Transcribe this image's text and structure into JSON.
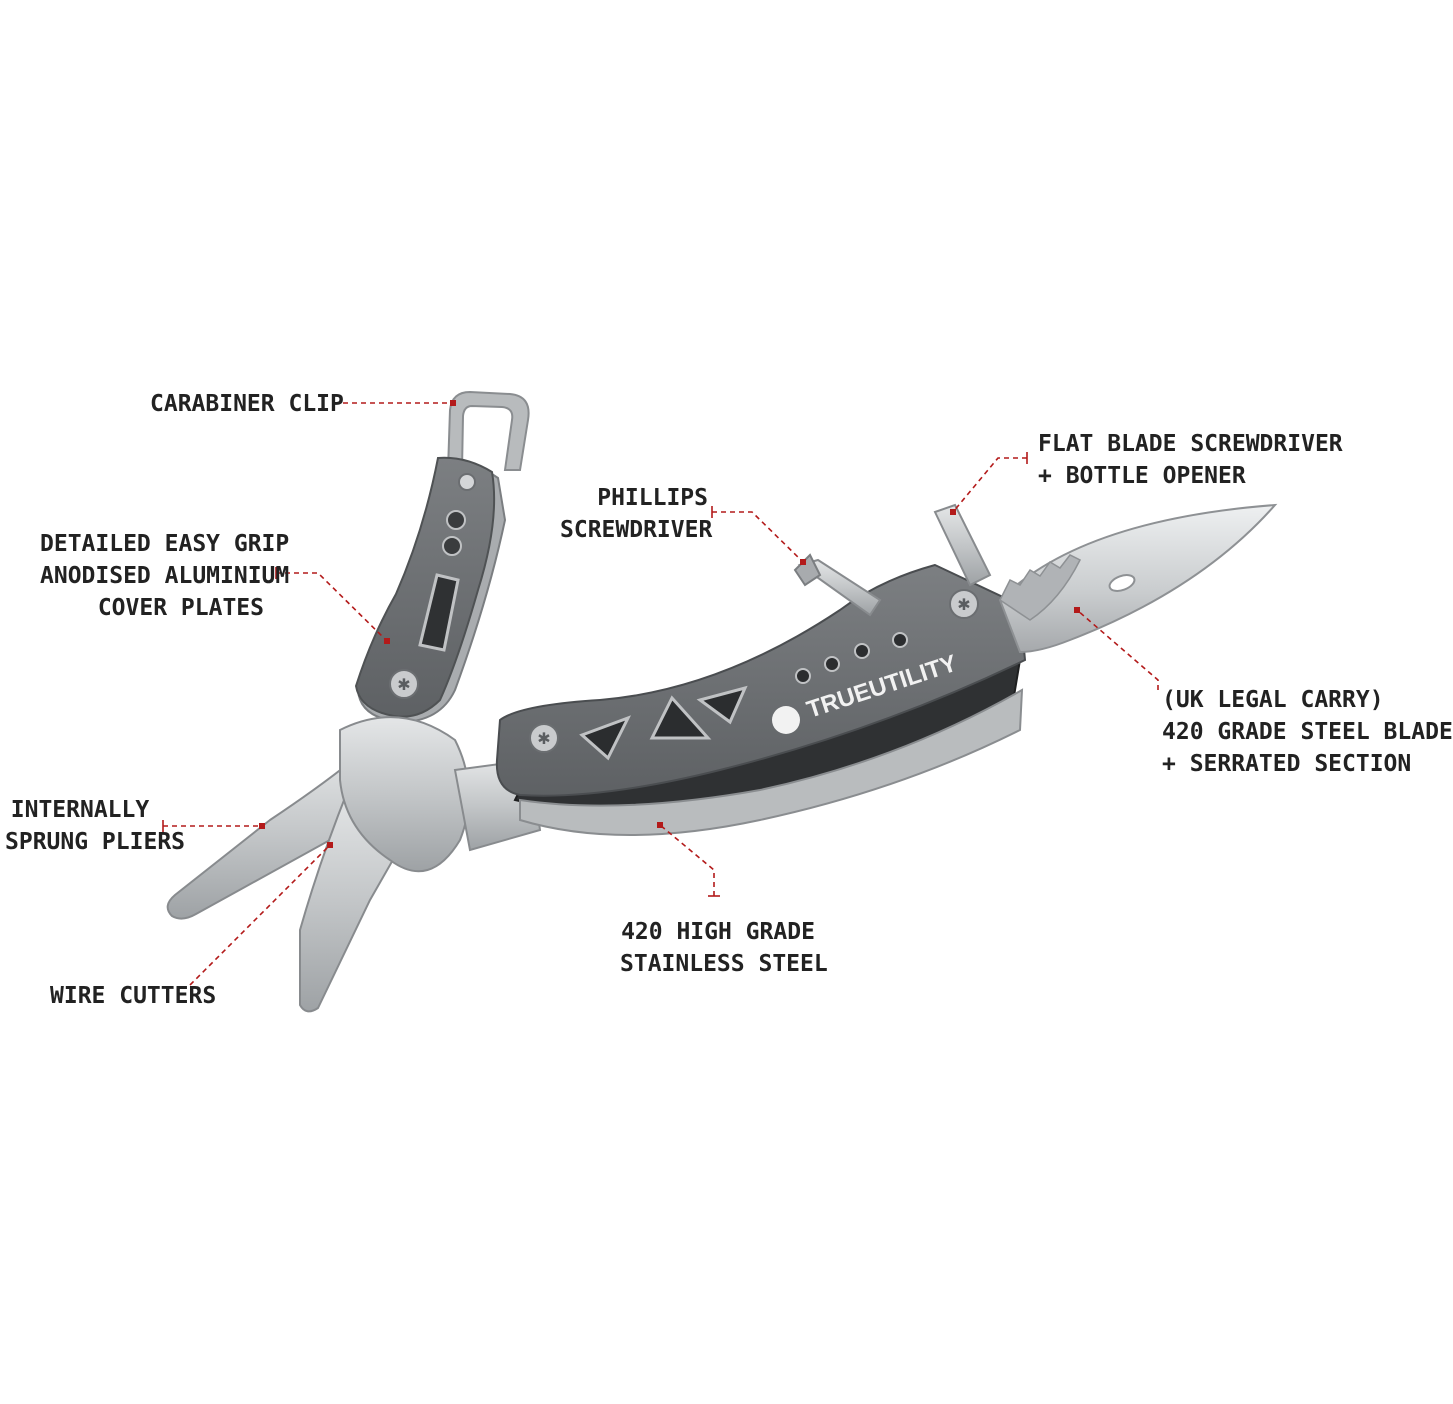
{
  "colors": {
    "leader": "#b31a1a",
    "text": "#222222",
    "steel": "#c9cbcc",
    "anodised_grey": "#6d7073",
    "dark_grey": "#3a3c3e"
  },
  "brand": {
    "logo_text": "TRUEUTILITY"
  },
  "labels": {
    "carabiner": "CARABINER CLIP",
    "grip": [
      "DETAILED EASY GRIP",
      "ANODISED ALUMINIUM",
      "COVER PLATES"
    ],
    "pliers": [
      "INTERNALLY",
      "SPRUNG PLIERS"
    ],
    "wire_cutters": "WIRE CUTTERS",
    "phillips": [
      "PHILLIPS",
      "SCREWDRIVER"
    ],
    "flat_blade": [
      "FLAT BLADE SCREWDRIVER",
      "+ BOTTLE OPENER"
    ],
    "blade": [
      "(UK LEGAL CARRY)",
      "420 GRADE STEEL BLADE",
      "+ SERRATED SECTION"
    ],
    "steel": [
      "420 HIGH GRADE",
      "STAINLESS STEEL"
    ]
  }
}
